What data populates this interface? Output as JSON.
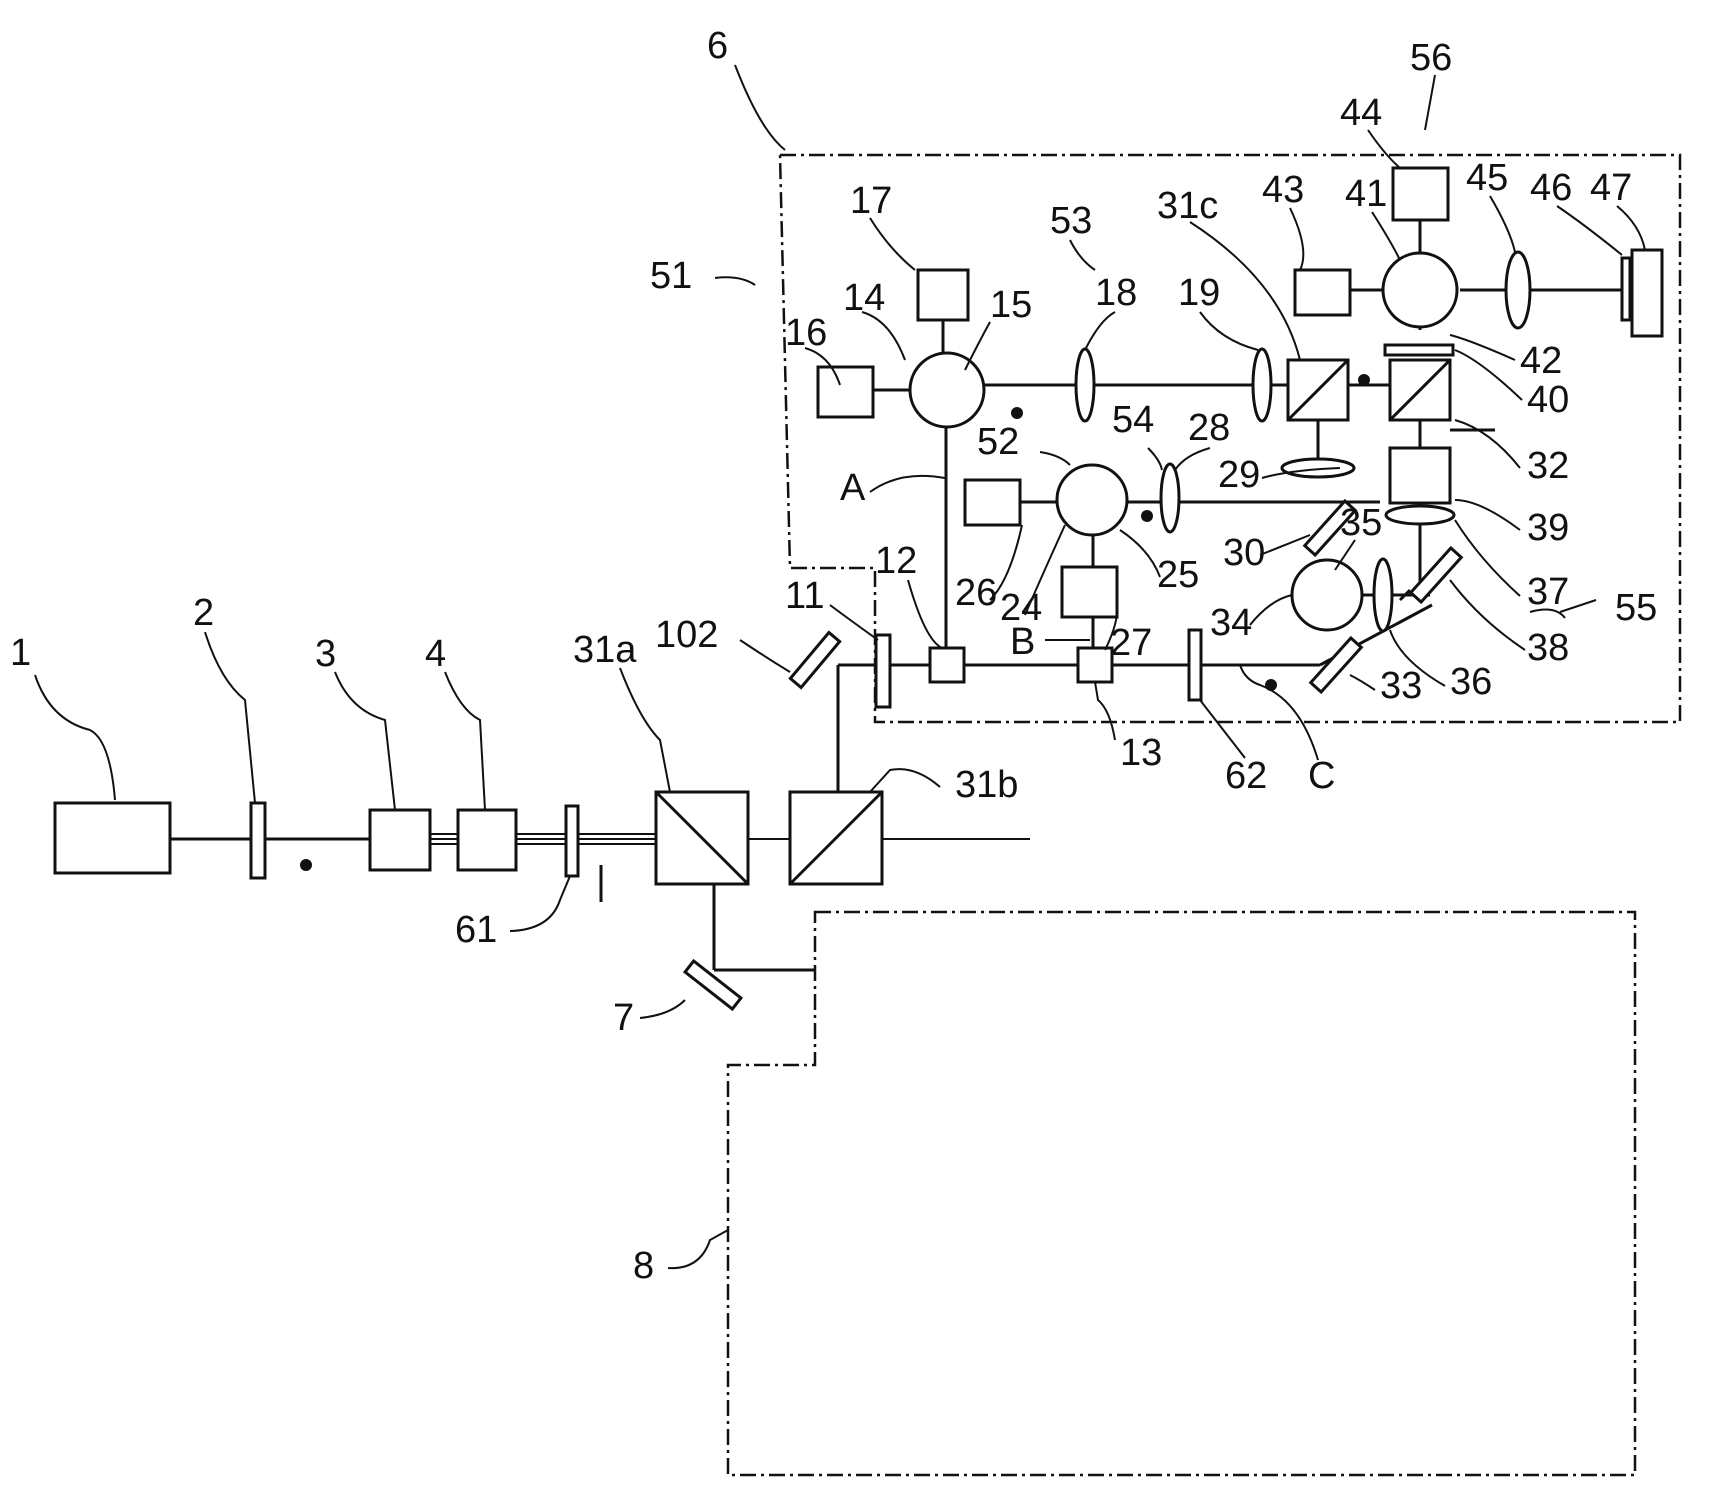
{
  "diagram": {
    "labels": {
      "l1": "1",
      "l2": "2",
      "l3": "3",
      "l4": "4",
      "l6": "6",
      "l7": "7",
      "l8": "8",
      "l11": "11",
      "l12": "12",
      "l13": "13",
      "l14": "14",
      "l15": "15",
      "l16": "16",
      "l17": "17",
      "l18": "18",
      "l19": "19",
      "l24": "24",
      "l25": "25",
      "l26": "26",
      "l27": "27",
      "l28": "28",
      "l29": "29",
      "l30": "30",
      "l31a": "31a",
      "l31b": "31b",
      "l31c": "31c",
      "l32": "32",
      "l33": "33",
      "l34": "34",
      "l35": "35",
      "l36": "36",
      "l37": "37",
      "l38": "38",
      "l39": "39",
      "l40": "40",
      "l41": "41",
      "l42": "42",
      "l43": "43",
      "l44": "44",
      "l45": "45",
      "l46": "46",
      "l47": "47",
      "l51": "51",
      "l52": "52",
      "l53": "53",
      "l54": "54",
      "l55": "55",
      "l56": "56",
      "l61": "61",
      "l62": "62",
      "l102": "102",
      "lA": "A",
      "lB": "B",
      "lC": "C"
    }
  }
}
